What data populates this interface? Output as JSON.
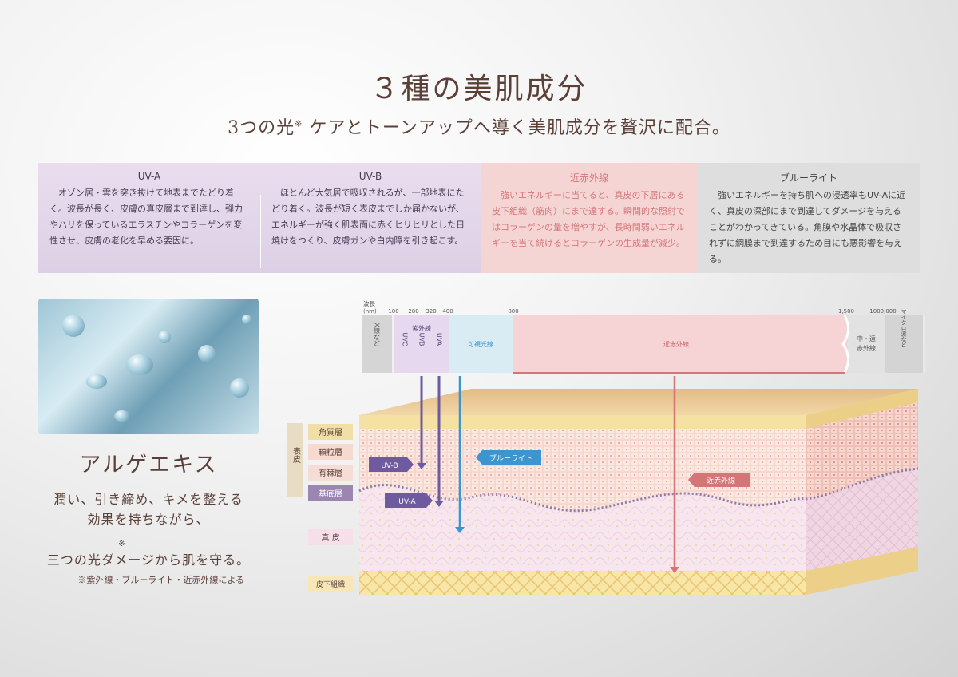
{
  "header": {
    "title": "３種の美肌成分",
    "subtitle_pre": "3つの光",
    "subtitle_mark": "※",
    "subtitle_post": "ケアとトーンアップへ導く美肌成分を贅沢に配合。"
  },
  "info_boxes": [
    {
      "heading": "UV-A",
      "text": "オゾン居・雲を突き抜けて地表までたどり着く。波長が長く、皮膚の真皮層まで到達し、弾力やハリを保っているエラスチンやコラーゲンを変性させ、皮膚の老化を早める要因に。"
    },
    {
      "heading": "UV-B",
      "text": "ほとんど大気居で吸収されるが、一部地表にたどり着く。波長が短く表皮までしか届かないが、エネルギーが強く肌表面に赤くヒリヒリとした日焼けをつくり、皮膚ガンや白内障を引き起こす。"
    },
    {
      "heading": "近赤外線",
      "text": "強いエネルギーに当てると、真皮の下居にある皮下組織（筋肉）にまで達する。瞬間的な照射ではコラーゲンの量を増やすが、長時間弱いエネルギーを当て続けるとコラーゲンの生成量が減少。"
    },
    {
      "heading": "ブルーライト",
      "text": "強いエネルギーを持ち肌への浸透率もUV-Aに近く、真皮の深部にまで到達してダメージを与えることがわかってきている。角膜や水晶体で吸収されずに網膜まで到達するため目にも悪影響を与える。"
    }
  ],
  "ingredient": {
    "name": "アルゲエキス",
    "line1": "潤い、引き締め、キメを整える",
    "line2": "効果を持ちながら、",
    "mark": "※",
    "line3": "三つの光ダメージから肌を守る。",
    "note": "※紫外線・ブルーライト・近赤外線による"
  },
  "spectrum": {
    "axis_label_1": "波長",
    "axis_label_2": "(nm)",
    "ticks": [
      "100",
      "280",
      "320",
      "400",
      "800",
      "1,500",
      "1000,000"
    ],
    "x_label": "X線など",
    "uv_label": "紫外線",
    "uvc": "UVC",
    "uvb": "UVB",
    "uva": "UVA",
    "visible": "可視光線",
    "near_ir": "近赤外線",
    "mid_far_ir_1": "中・遠",
    "mid_far_ir_2": "赤外線",
    "micro": "マイクロ波など"
  },
  "skin": {
    "epidermis": "表皮",
    "layers": [
      "角質層",
      "顆粒層",
      "有棘層",
      "基底層"
    ],
    "dermis": "真 皮",
    "subcutis": "皮下組織",
    "tag_uvb": "UV-B",
    "tag_uva": "UV-A",
    "tag_blue": "ブルーライト",
    "tag_nir": "近赤外線"
  },
  "colors": {
    "uv": "#6e5a9e",
    "blue": "#3b95cf",
    "nir": "#d47577",
    "title": "#5b4038"
  }
}
